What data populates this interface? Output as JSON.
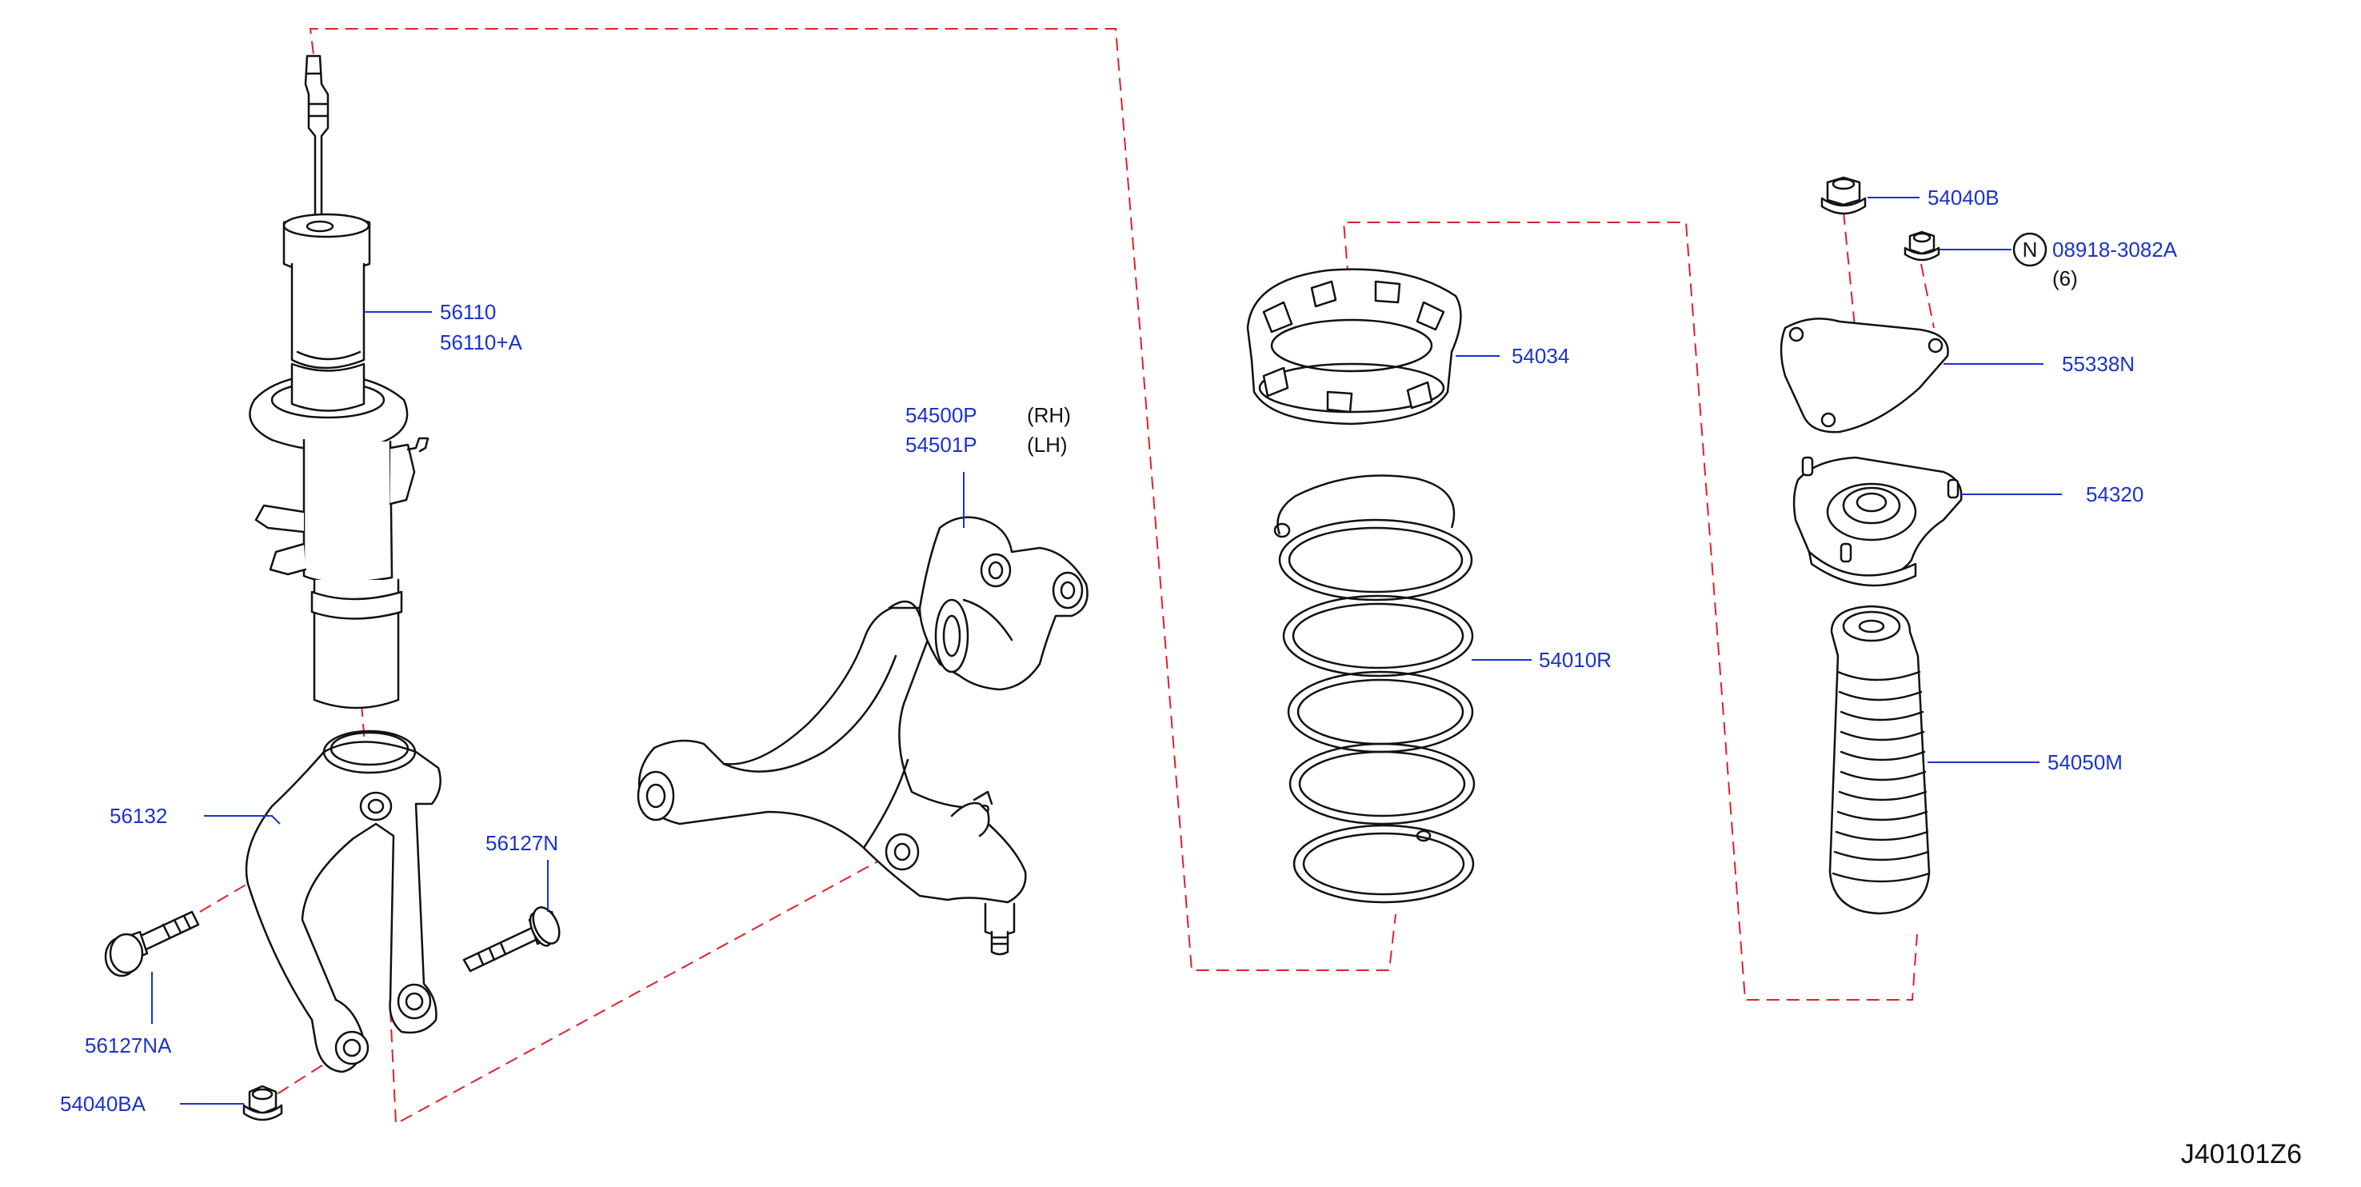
{
  "diagram_code": "J40101Z6",
  "parts": {
    "strut": {
      "numbers": [
        "56110",
        "56110+A"
      ]
    },
    "upper_link": {
      "number": "56132"
    },
    "bolt_upper_link": {
      "number": "56127N"
    },
    "bolt_lower": {
      "number": "56127NA"
    },
    "nut_lower": {
      "number": "54040BA"
    },
    "lower_arm": {
      "numbers": [
        "54500P",
        "54501P"
      ],
      "sides": [
        "(RH)",
        "(LH)"
      ]
    },
    "spring_seat": {
      "number": "54034"
    },
    "coil_spring": {
      "number": "54010R"
    },
    "nut_top": {
      "number": "54040B"
    },
    "nut_standard": {
      "badge": "N",
      "number": "08918-3082A",
      "quantity": "(6)"
    },
    "mount_plate": {
      "number": "55338N"
    },
    "strut_mount": {
      "number": "54320"
    },
    "bound_bumper": {
      "number": "54050M"
    }
  },
  "colors": {
    "label": "#1a33cc",
    "assembly_line": "#e0202a",
    "drawing": "#111111"
  }
}
